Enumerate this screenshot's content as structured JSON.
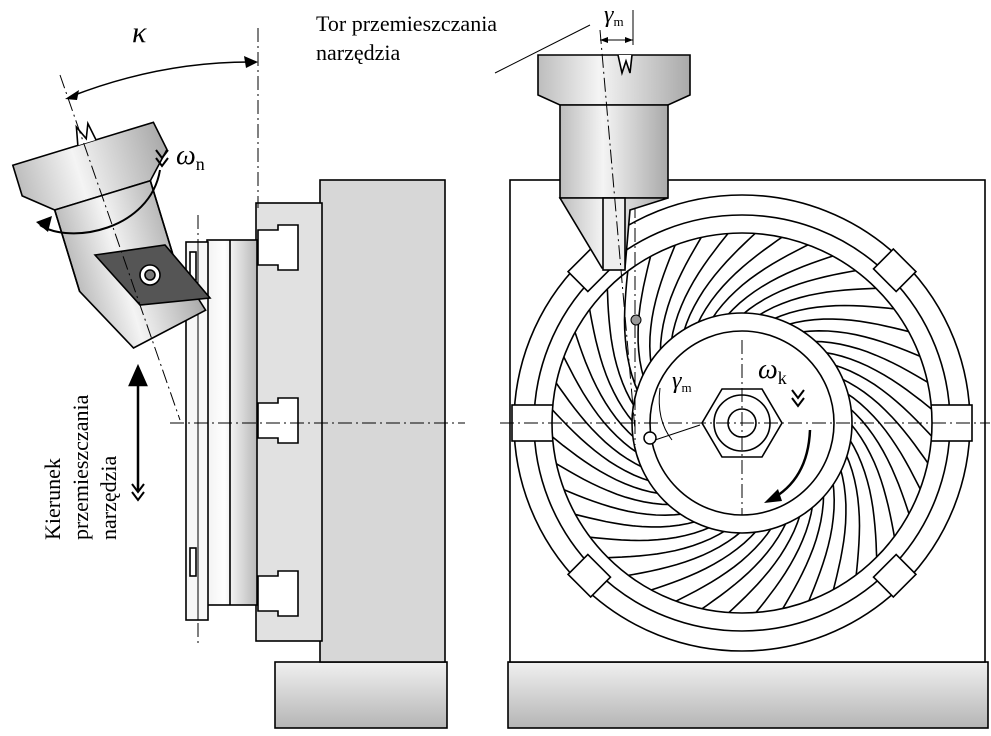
{
  "labels": {
    "kappa": "κ",
    "omega_n_symbol": "ω",
    "omega_n_sub": "n",
    "omega_k_symbol": "ω",
    "omega_k_sub": "k",
    "gamma_top_symbol": "γ",
    "gamma_top_sub": "m",
    "gamma_mid_symbol": "γ",
    "gamma_mid_sub": "m",
    "tool_path_line1": "Tor przemieszczania",
    "tool_path_line2": "narzędzia",
    "direction_line1": "Kierunek",
    "direction_line2": "przemieszczania",
    "direction_line3": "narzędzia"
  },
  "colors": {
    "line": "#000000",
    "metal_light": "#e6e6e6",
    "metal_mid": "#cfcfcf",
    "metal_dark": "#a8a8a8",
    "background": "#ffffff"
  }
}
